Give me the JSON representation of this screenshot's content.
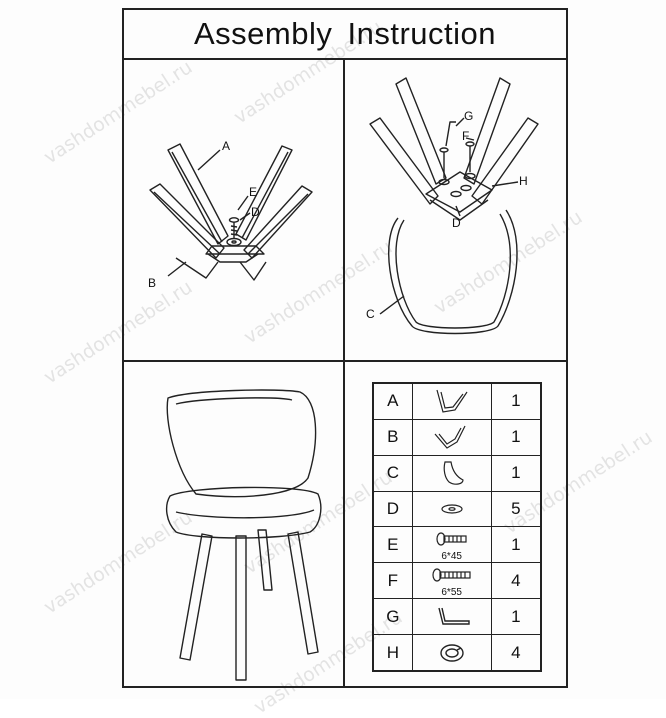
{
  "title": "Assembly Instruction",
  "watermark": "vashdommebel.ru",
  "step1_labels": {
    "a": "A",
    "b": "B",
    "d": "D",
    "e": "E"
  },
  "step2_labels": {
    "c": "C",
    "d": "D",
    "f": "F",
    "g": "G",
    "h": "H"
  },
  "parts": [
    {
      "letter": "A",
      "icon": "leg-frame-a-icon",
      "spec": "",
      "qty": "1"
    },
    {
      "letter": "B",
      "icon": "leg-frame-b-icon",
      "spec": "",
      "qty": "1"
    },
    {
      "letter": "C",
      "icon": "seat-shell-icon",
      "spec": "",
      "qty": "1"
    },
    {
      "letter": "D",
      "icon": "washer-icon",
      "spec": "",
      "qty": "5"
    },
    {
      "letter": "E",
      "icon": "short-bolt-icon",
      "spec": "6*45",
      "qty": "1"
    },
    {
      "letter": "F",
      "icon": "long-bolt-icon",
      "spec": "6*55",
      "qty": "4"
    },
    {
      "letter": "G",
      "icon": "allen-key-icon",
      "spec": "",
      "qty": "1"
    },
    {
      "letter": "H",
      "icon": "spring-washer-icon",
      "spec": "",
      "qty": "4"
    }
  ]
}
